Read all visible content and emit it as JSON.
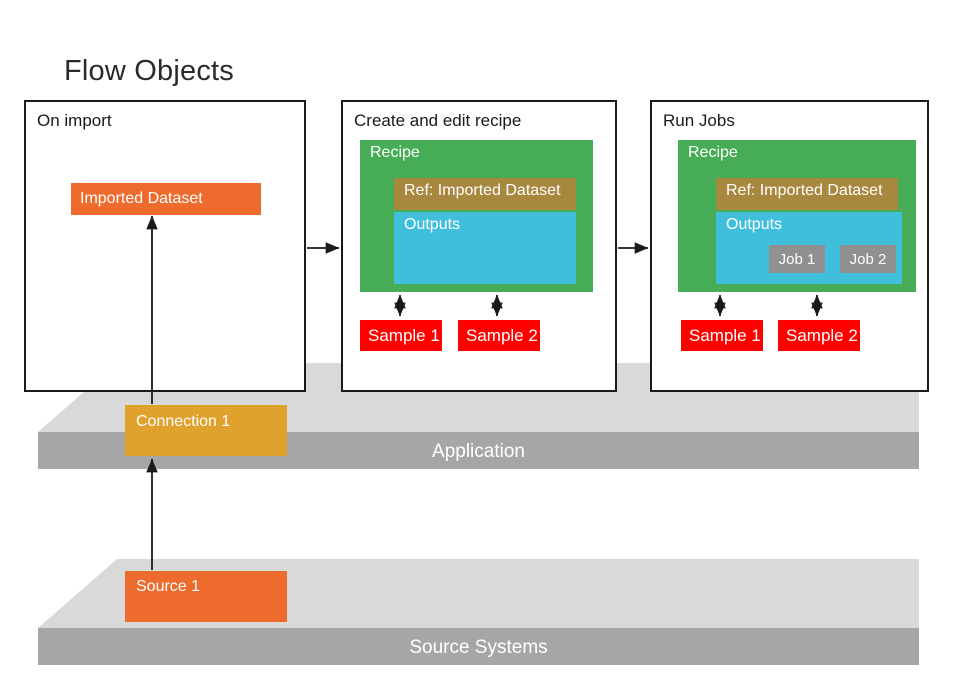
{
  "diagram": {
    "title": "Flow Objects",
    "colors": {
      "orange": "#ec6b2d",
      "green": "#46ac55",
      "brown": "#a8873f",
      "cyan": "#40bfdc",
      "red": "#ff0000",
      "gray_job": "#909090",
      "amber": "#e0a22c",
      "slab_top": "#d9d9d9",
      "slab_front": "#a6a6a6",
      "outline": "#1a1a1a"
    }
  },
  "panels": [
    {
      "id": "on-import",
      "title": "On import",
      "imported_dataset": "Imported Dataset"
    },
    {
      "id": "create-edit-recipe",
      "title": "Create and edit recipe",
      "recipe": "Recipe",
      "ref": "Ref: Imported Dataset",
      "outputs": "Outputs",
      "samples": [
        "Sample 1",
        "Sample 2"
      ]
    },
    {
      "id": "run-jobs",
      "title": "Run Jobs",
      "recipe": "Recipe",
      "ref": "Ref: Imported Dataset",
      "outputs": "Outputs",
      "jobs": [
        "Job 1",
        "Job 2"
      ],
      "samples": [
        "Sample 1",
        "Sample 2"
      ]
    }
  ],
  "layers": [
    {
      "id": "application",
      "label": "Application",
      "object": "Connection 1"
    },
    {
      "id": "source-systems",
      "label": "Source Systems",
      "object": "Source 1"
    }
  ]
}
